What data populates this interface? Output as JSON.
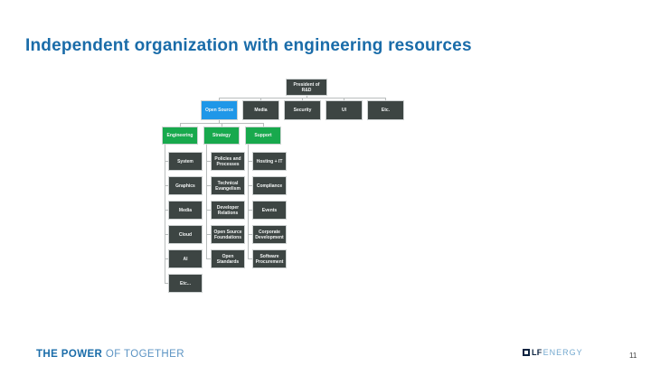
{
  "slide": {
    "title": "Independent organization with engineering resources",
    "footer": {
      "bold_text": "THE POWER",
      "light_text": "OF TOGETHER"
    },
    "logo": {
      "lf": "LF",
      "energy": "ENERGY"
    },
    "page_number": "11"
  },
  "org_chart": {
    "root": {
      "label": "President of R&D"
    },
    "level2": [
      {
        "label": "Open Source",
        "highlighted": true
      },
      {
        "label": "Media",
        "highlighted": false
      },
      {
        "label": "Security",
        "highlighted": false
      },
      {
        "label": "UI",
        "highlighted": false
      },
      {
        "label": "Etc.",
        "highlighted": false
      }
    ],
    "level3": [
      {
        "label": "Engineering"
      },
      {
        "label": "Strategy"
      },
      {
        "label": "Support"
      }
    ],
    "engineering_children": [
      "System",
      "Graphics",
      "Media",
      "Cloud",
      "AI",
      "Etc..."
    ],
    "strategy_children": [
      "Policies and Processes",
      "Technical Evangelism",
      "Developer Relations",
      "Open Source Foundations",
      "Open Standards"
    ],
    "support_children": [
      "Hosting + IT",
      "Compliance",
      "Events",
      "Corporate Development",
      "Software Procurement"
    ]
  },
  "colors": {
    "title_blue": "#1a6ca9",
    "box_dark": "#3d4543",
    "box_highlight_blue": "#1f97e8",
    "box_green": "#18a94d",
    "connector_gray": "#b9bdbd",
    "footer_bold_blue": "#1a6ca9",
    "footer_light_blue": "#5b93c3",
    "logo_navy": "#0c2340",
    "logo_energy_blue": "#74a9cf"
  }
}
